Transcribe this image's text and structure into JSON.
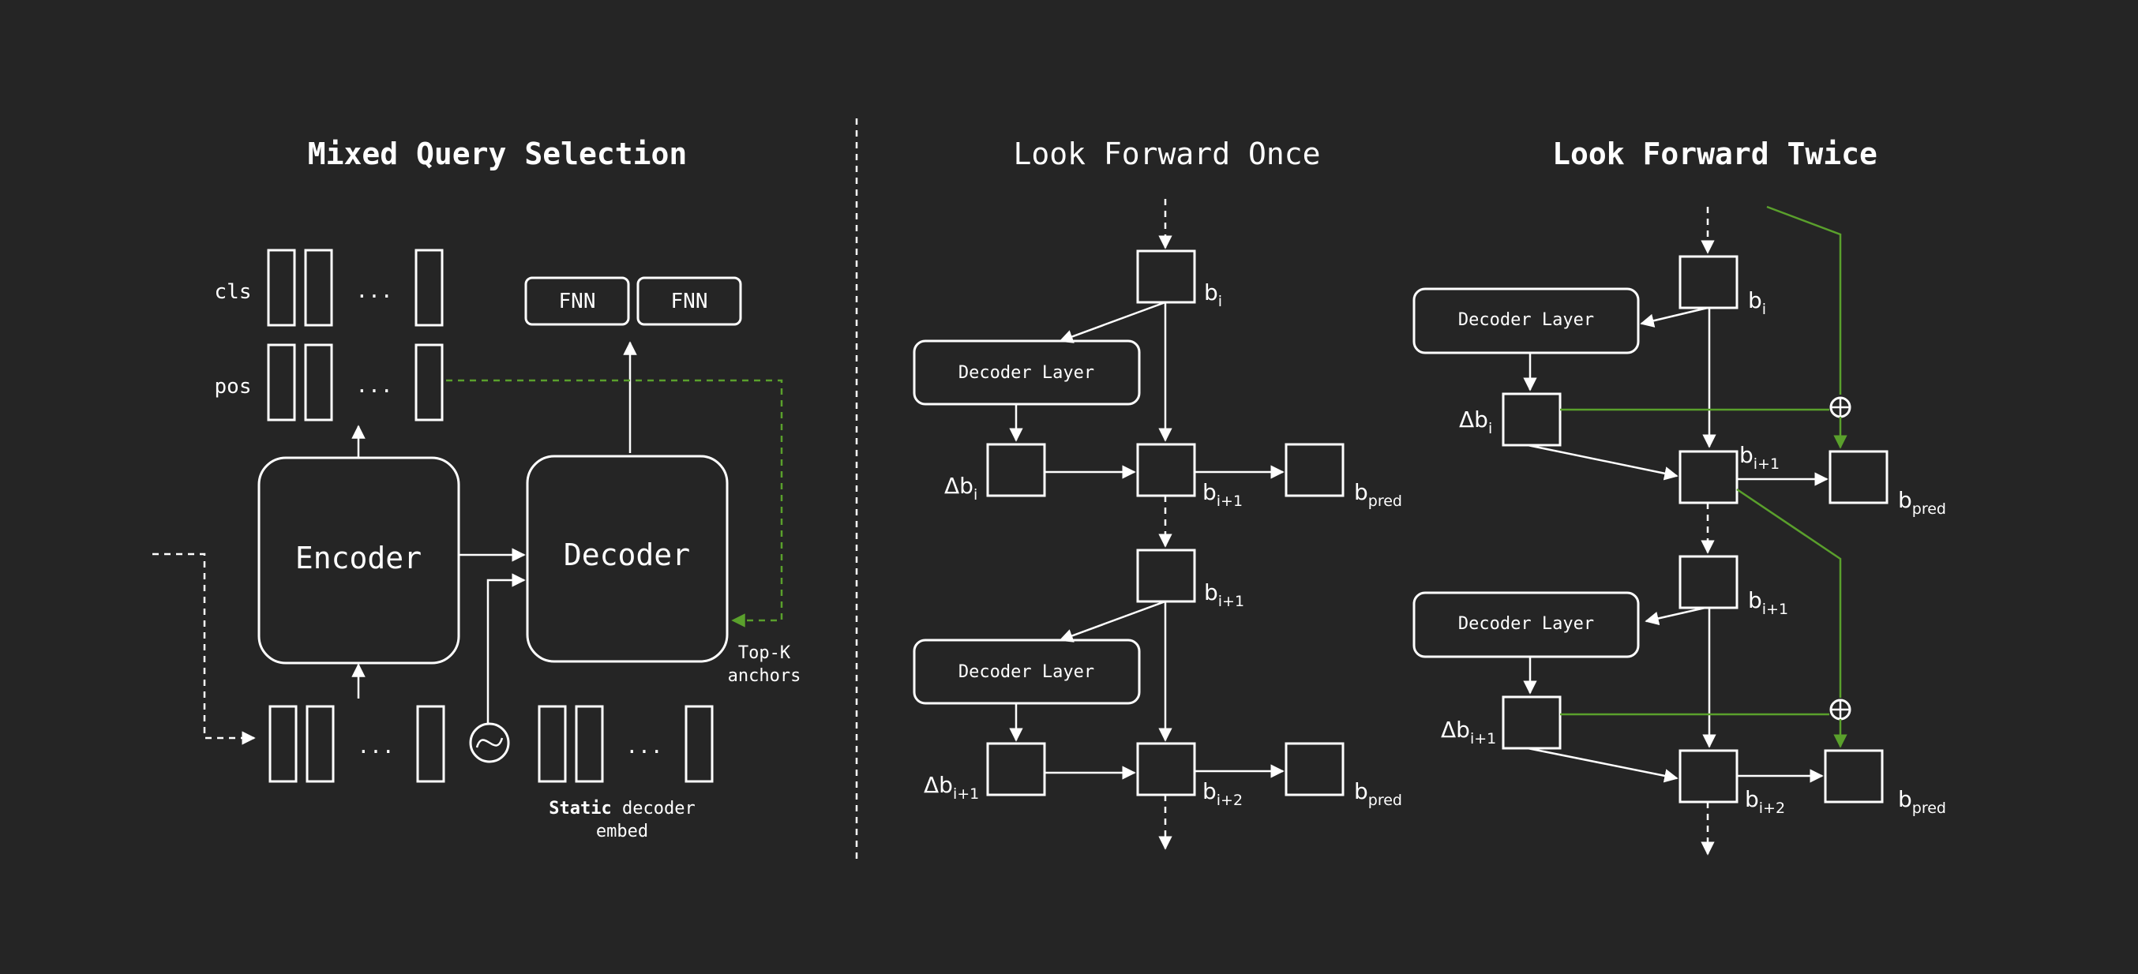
{
  "panels": {
    "mixed_query": {
      "title": "Mixed Query Selection",
      "cls_label": "cls",
      "pos_label": "pos",
      "ellipsis": "...",
      "encoder_label": "Encoder",
      "decoder_label": "Decoder",
      "fnn_label": "FNN",
      "topk_label_line1": "Top-K",
      "topk_label_line2": "anchors",
      "static_bold": "Static",
      "static_rest": " decoder",
      "static_line2": "embed"
    },
    "look_forward_once": {
      "title": "Look Forward Once",
      "decoder_layer_label": "Decoder Layer"
    },
    "look_forward_twice": {
      "title": "Look Forward Twice",
      "decoder_layer_label": "Decoder Layer",
      "plus_symbol": "⊕"
    }
  },
  "symbols": {
    "b": "b",
    "delta_b": "Δb",
    "sub_i": "i",
    "sub_i1": "i+1",
    "sub_i2": "i+2",
    "sub_pred": "pred"
  },
  "colors": {
    "background": "#252525",
    "foreground": "#ffffff",
    "accent_green": "#5aa02c"
  }
}
